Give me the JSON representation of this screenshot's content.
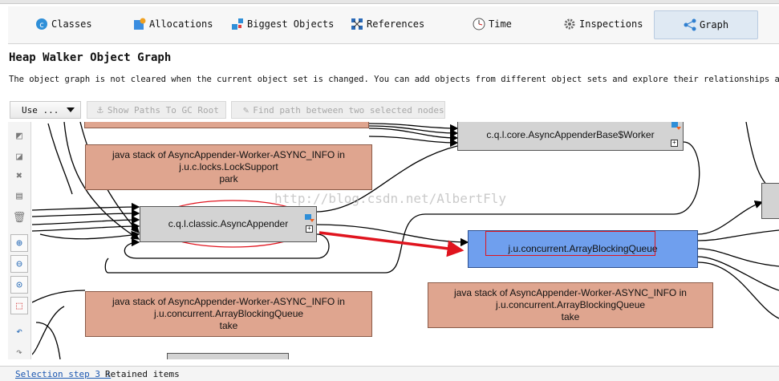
{
  "tabs": [
    {
      "label": "Classes",
      "icon": "classes-icon"
    },
    {
      "label": "Allocations",
      "icon": "allocations-icon"
    },
    {
      "label": "Biggest Objects",
      "icon": "biggest-objects-icon"
    },
    {
      "label": "References",
      "icon": "references-icon"
    },
    {
      "label": "Time",
      "icon": "time-icon"
    },
    {
      "label": "Inspections",
      "icon": "inspections-icon"
    },
    {
      "label": "Graph",
      "icon": "graph-icon"
    }
  ],
  "active_tab": "Graph",
  "heading": "Heap Walker Object Graph",
  "description": "The object graph is not cleared when the current object set is changed. You can add objects from different object sets and explore their relationships and conne",
  "toolbar": {
    "use_label": "Use ...",
    "gc_root_label": "Show Paths To GC Root",
    "find_path_label": "Find path between two selected nodes"
  },
  "graph": {
    "worker_label": "c.q.l.core.AsyncAppenderBase$Worker",
    "stack1": [
      "java stack of AsyncAppender-Worker-ASYNC_INFO in",
      "j.u.c.locks.LockSupport",
      "park"
    ],
    "appender_label": "c.q.l.classic.AsyncAppender",
    "queue_label": "j.u.concurrent.ArrayBlockingQueue",
    "stack2": [
      "java stack of AsyncAppender-Worker-ASYNC_INFO in",
      "j.u.concurrent.ArrayBlockingQueue",
      "take"
    ],
    "stack3": [
      "java stack of AsyncAppender-Worker-ASYNC_INFO in",
      "j.u.concurrent.ArrayBlockingQueue",
      "take"
    ]
  },
  "watermark": "http://blog.csdn.net/AlbertFly",
  "status": {
    "link": "Selection step 3 :",
    "text": "Retained items"
  },
  "colors": {
    "stack_node": "#dfa58f",
    "class_node": "#d3d3d3",
    "selected_node": "#6f9fee",
    "highlight": "#e0141e"
  }
}
